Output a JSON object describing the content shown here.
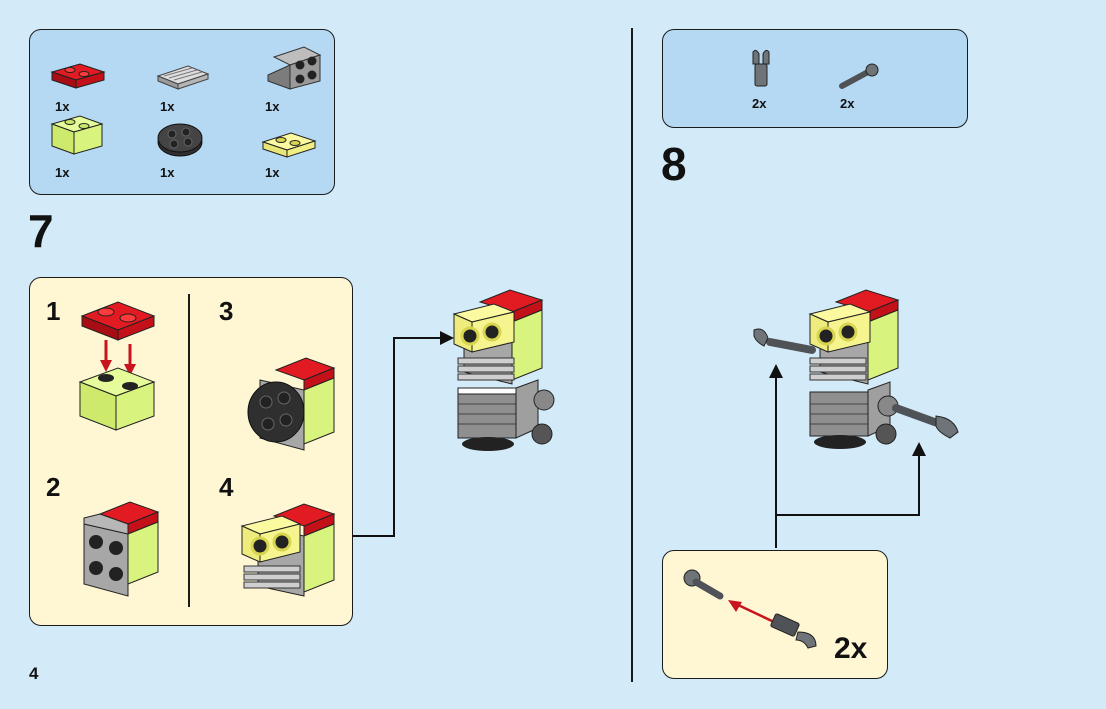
{
  "page_number": "4",
  "steps": [
    {
      "number": "7",
      "parts": [
        {
          "part": "red-plate-1x2",
          "qty": "1x",
          "color": "#d0101a"
        },
        {
          "part": "grey-grille-tile",
          "qty": "1x",
          "color": "#c8c8c8"
        },
        {
          "part": "grey-bracket",
          "qty": "1x",
          "color": "#a0a0a0"
        },
        {
          "part": "lime-trans-brick-1x2",
          "qty": "1x",
          "color": "#d6f57a"
        },
        {
          "part": "black-round-plate",
          "qty": "1x",
          "color": "#2b2b2b"
        },
        {
          "part": "yellow-trans-plate-1x2",
          "qty": "1x",
          "color": "#f3f28a"
        }
      ],
      "substeps": [
        "1",
        "2",
        "3",
        "4"
      ]
    },
    {
      "number": "8",
      "parts": [
        {
          "part": "grey-clip",
          "qty": "2x",
          "color": "#6f7478"
        },
        {
          "part": "grey-bar-with-ball",
          "qty": "2x",
          "color": "#6f7478"
        }
      ],
      "subassembly_qty": "2x"
    }
  ],
  "colors": {
    "page_bg": "#d3eaf8",
    "parts_box": "#b5d9f3",
    "sub_box": "#fff6d3",
    "arrow_red": "#c8141e"
  }
}
